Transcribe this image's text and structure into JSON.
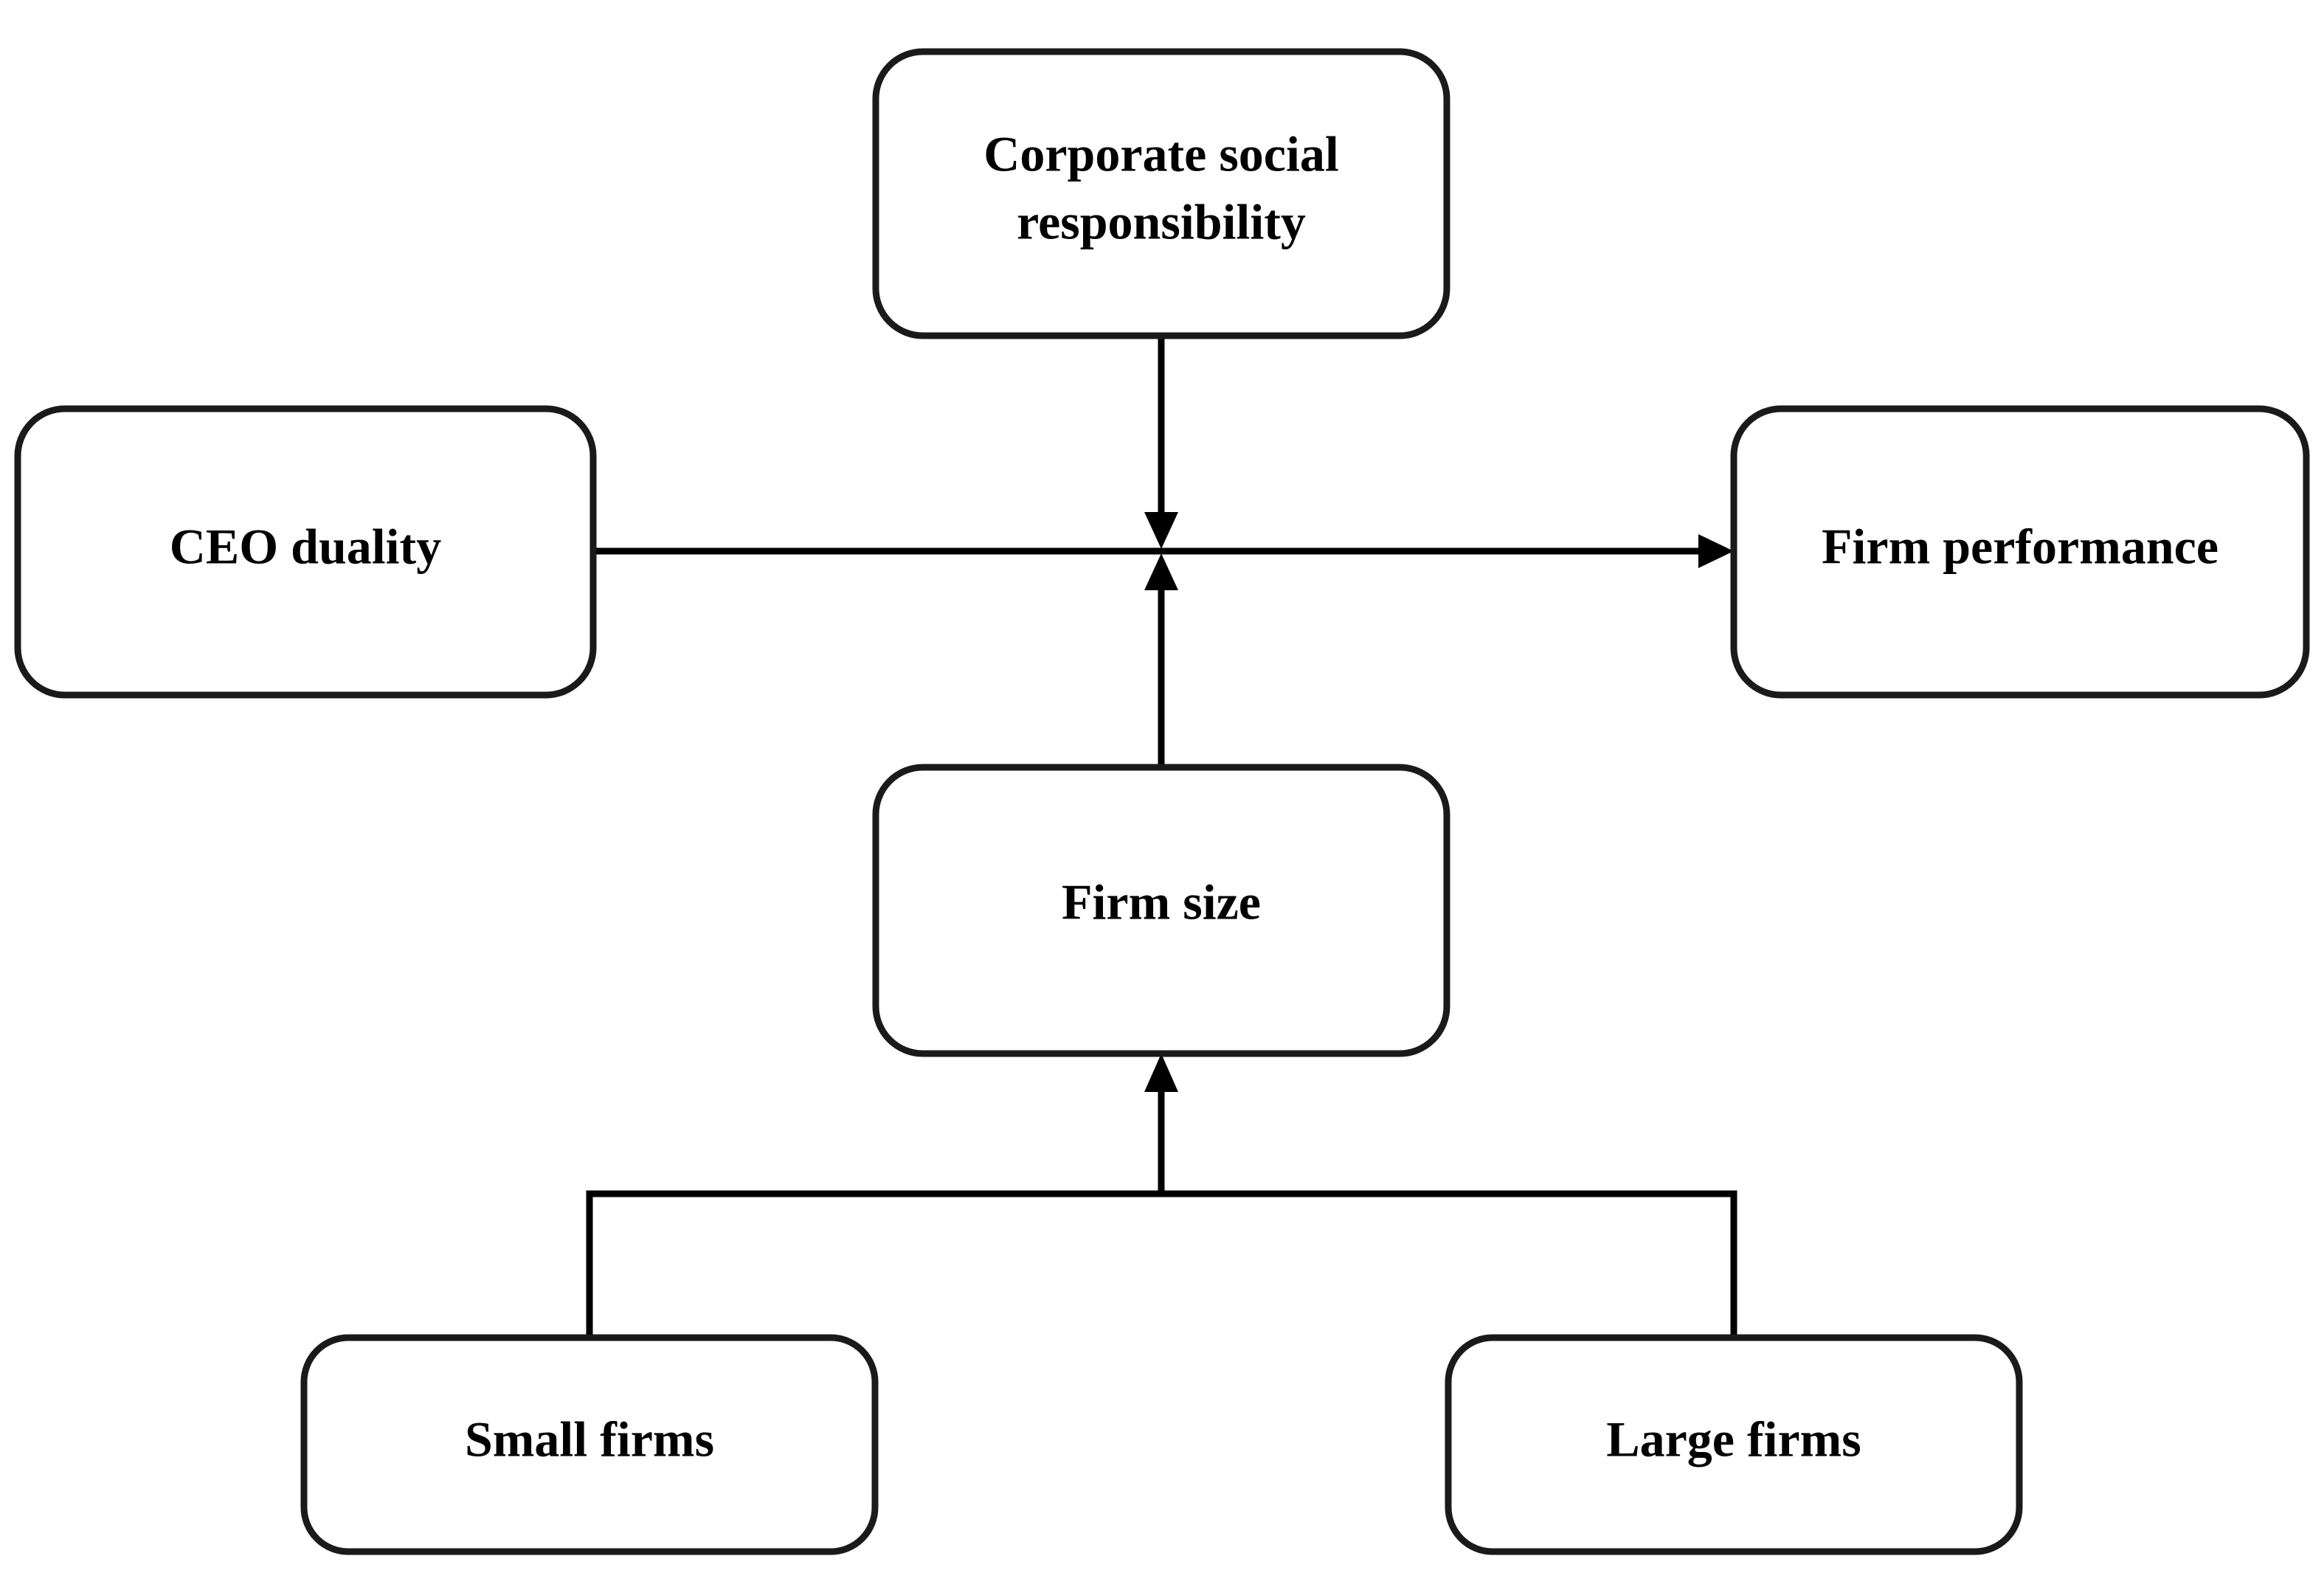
{
  "nodes": {
    "csr": {
      "lines": [
        "Corporate social",
        "responsibility"
      ]
    },
    "ceo_duality": {
      "label": "CEO duality"
    },
    "firm_performance": {
      "label": "Firm performance"
    },
    "firm_size": {
      "label": "Firm size"
    },
    "small_firms": {
      "label": "Small firms"
    },
    "large_firms": {
      "label": "Large firms"
    }
  },
  "edges": [
    {
      "from": "ceo_duality",
      "to": "firm_performance",
      "type": "direct"
    },
    {
      "from": "csr",
      "to": "ceo_duality-firm_performance",
      "type": "moderator"
    },
    {
      "from": "firm_size",
      "to": "ceo_duality-firm_performance",
      "type": "moderator"
    },
    {
      "from": "small_firms",
      "to": "firm_size",
      "type": "grouping"
    },
    {
      "from": "large_firms",
      "to": "firm_size",
      "type": "grouping"
    }
  ]
}
